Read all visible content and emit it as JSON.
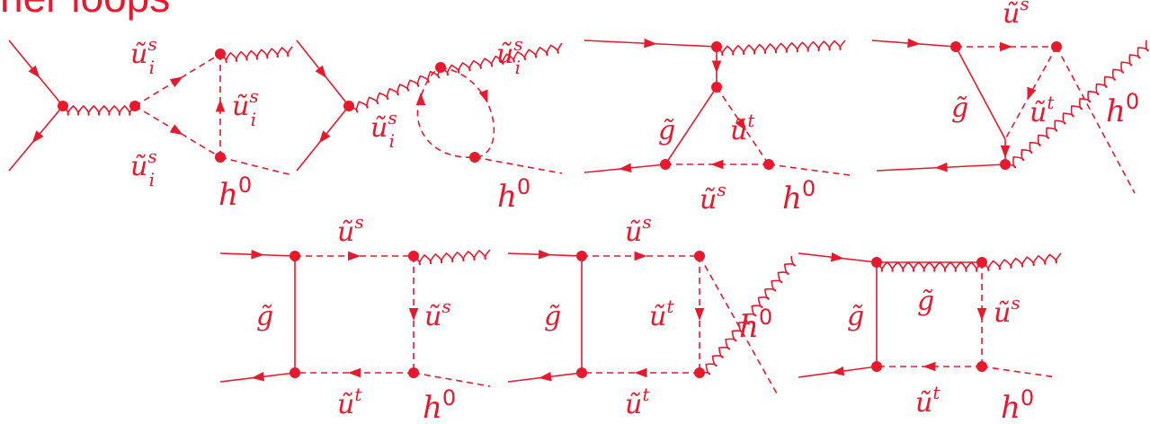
{
  "title": "ner loops",
  "color": "#e8192c",
  "labels": {
    "sq_base": "ũ",
    "gluino": "g̃",
    "higgs_base": "h",
    "higgs_sup": "0",
    "sup_s": "s",
    "sup_t": "t",
    "sub_i": "i"
  },
  "diagrams": [
    {
      "name": "diagram-1",
      "topology": "s-channel triangle, squark loop"
    },
    {
      "name": "diagram-2",
      "topology": "s-channel squark self-energy bubble"
    },
    {
      "name": "diagram-3",
      "topology": "gluino-squark triangle"
    },
    {
      "name": "diagram-4",
      "topology": "gluino-squark triangle, crossed"
    },
    {
      "name": "diagram-5",
      "topology": "box"
    },
    {
      "name": "diagram-6",
      "topology": "box, crossed"
    },
    {
      "name": "diagram-7",
      "topology": "box with gluino rung"
    }
  ]
}
